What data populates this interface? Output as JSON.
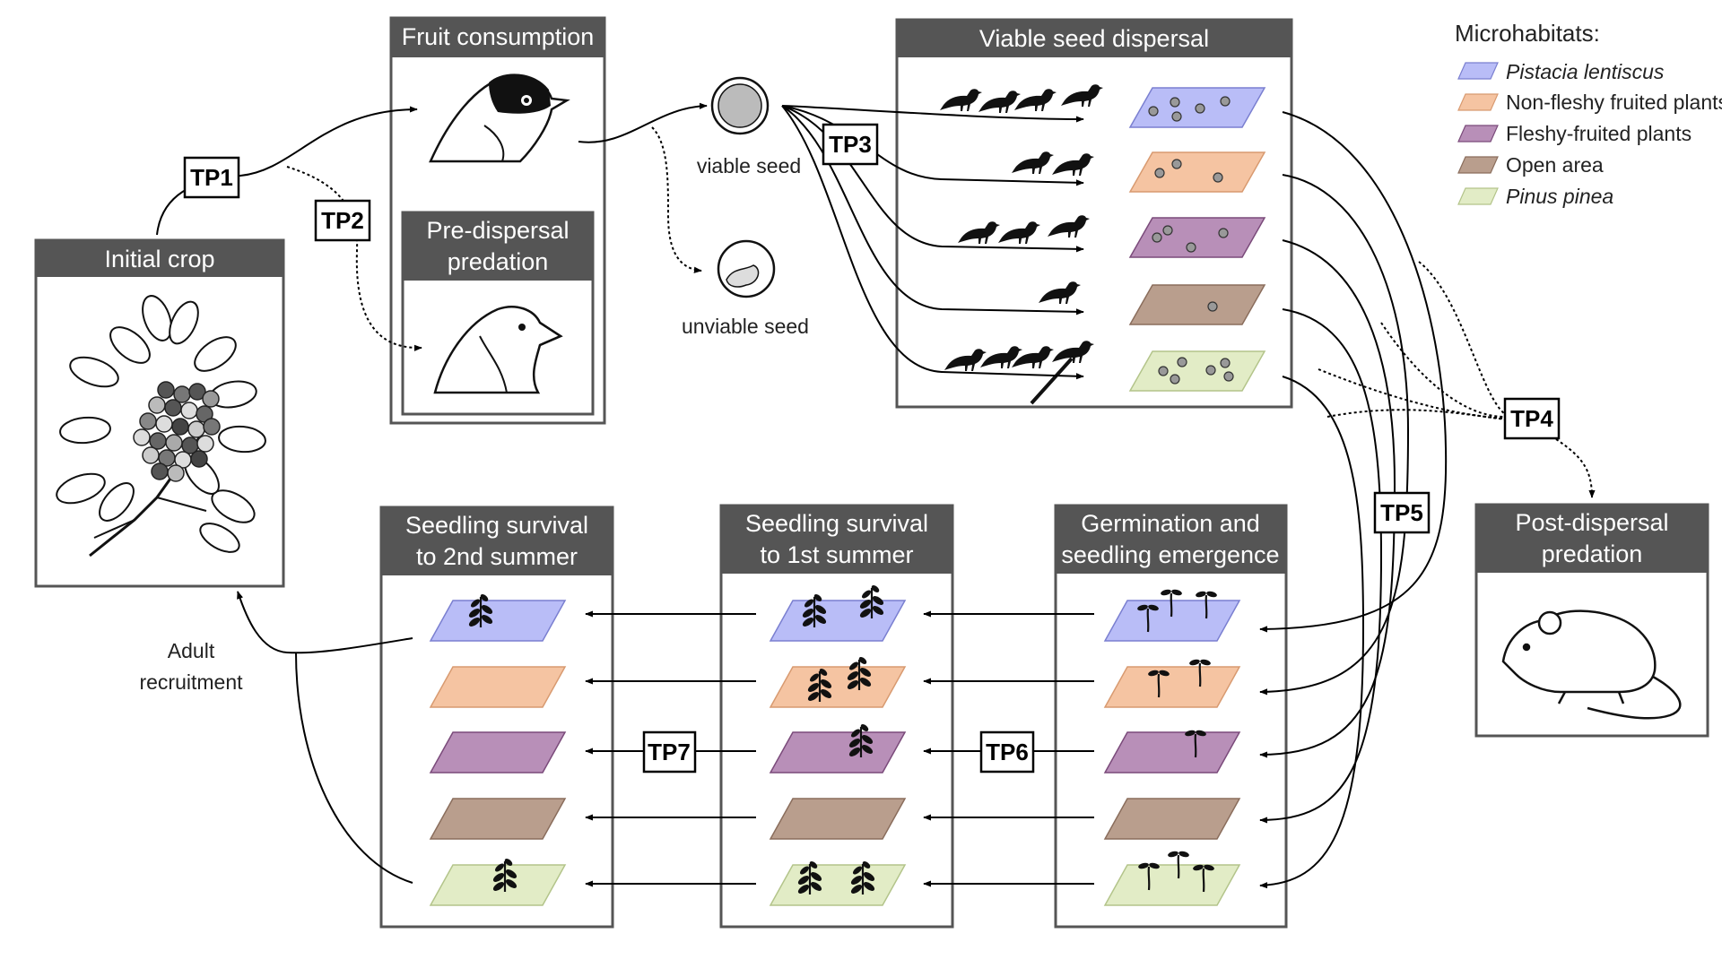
{
  "colors": {
    "box_header": "#555555",
    "box_border": "#555555",
    "pistacia": "#b9bdf7",
    "non_fleshy": "#f5c4a2",
    "fleshy": "#b88fb8",
    "open_area": "#b99e8d",
    "pinus": "#e2ecc6"
  },
  "boxes": {
    "initial_crop": "Initial crop",
    "fruit_consumption": "Fruit consumption",
    "pre_dispersal_line1": "Pre-dispersal",
    "pre_dispersal_line2": "predation",
    "viable_seed_dispersal": "Viable seed dispersal",
    "post_dispersal_line1": "Post-dispersal",
    "post_dispersal_line2": "predation",
    "germination_line1": "Germination and",
    "germination_line2": "seedling emergence",
    "survival1_line1": "Seedling survival",
    "survival1_line2": "to 1st summer",
    "survival2_line1": "Seedling survival",
    "survival2_line2": "to 2nd summer"
  },
  "labels": {
    "viable_seed": "viable seed",
    "unviable_seed": "unviable seed",
    "adult_line1": "Adult",
    "adult_line2": "recruitment"
  },
  "transitions": [
    "TP1",
    "TP2",
    "TP3",
    "TP4",
    "TP5",
    "TP6",
    "TP7"
  ],
  "legend": {
    "title": "Microhabitats:",
    "items": [
      {
        "label": "Pistacia lentiscus",
        "italic": true,
        "color_key": "pistacia"
      },
      {
        "label": "Non-fleshy fruited plants",
        "italic": false,
        "color_key": "non_fleshy"
      },
      {
        "label": "Fleshy-fruited plants",
        "italic": false,
        "color_key": "fleshy"
      },
      {
        "label": "Open area",
        "italic": false,
        "color_key": "open_area"
      },
      {
        "label": "Pinus pinea",
        "italic": true,
        "color_key": "pinus"
      }
    ]
  },
  "icons": {
    "plant": "lentisk-branch-with-fruits-illustration",
    "fruit_consumer": "warbler-head-icon",
    "seed_predator": "finch-head-icon",
    "rodent": "mouse-icon",
    "seedling": "seedling-icon",
    "sapling": "sapling-icon",
    "bird": "bird-silhouette-icon"
  }
}
